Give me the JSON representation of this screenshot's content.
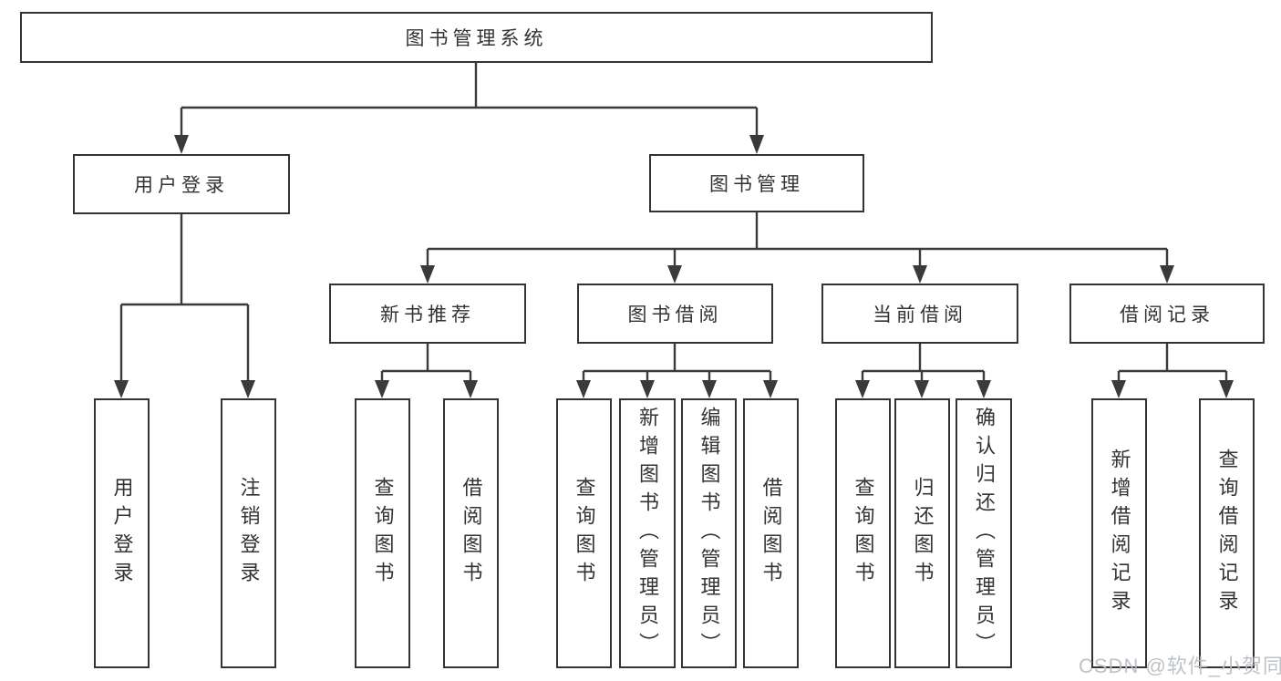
{
  "diagram_title": "图书管理系统",
  "nodes": {
    "root": {
      "label": "图书管理系统"
    },
    "user_login": {
      "label": "用户登录"
    },
    "book_mgmt": {
      "label": "图书管理"
    },
    "new_book_rec": {
      "label": "新书推荐"
    },
    "book_borrow": {
      "label": "图书借阅"
    },
    "current_borrow": {
      "label": "当前借阅"
    },
    "borrow_record": {
      "label": "借阅记录"
    },
    "l_user_login": {
      "label": "用户登录"
    },
    "l_logout": {
      "label": "注销登录"
    },
    "l_nbr_query": {
      "label": "查询图书"
    },
    "l_nbr_borrow": {
      "label": "借阅图书"
    },
    "l_bb_query": {
      "label": "查询图书"
    },
    "l_bb_add": {
      "label": "新增图书（管理员）"
    },
    "l_bb_edit": {
      "label": "编辑图书（管理员）"
    },
    "l_bb_borrow": {
      "label": "借阅图书"
    },
    "l_cb_query": {
      "label": "查询图书"
    },
    "l_cb_return": {
      "label": "归还图书"
    },
    "l_cb_confirm": {
      "label": "确认归还（管理员）"
    },
    "l_br_add": {
      "label": "新增借阅记录"
    },
    "l_br_query": {
      "label": "查询借阅记录"
    }
  },
  "structure": [
    {
      "parent": "图书管理系统",
      "children": [
        "用户登录",
        "图书管理"
      ]
    },
    {
      "parent": "用户登录",
      "children": [
        "用户登录",
        "注销登录"
      ]
    },
    {
      "parent": "图书管理",
      "children": [
        "新书推荐",
        "图书借阅",
        "当前借阅",
        "借阅记录"
      ]
    },
    {
      "parent": "新书推荐",
      "children": [
        "查询图书",
        "借阅图书"
      ]
    },
    {
      "parent": "图书借阅",
      "children": [
        "查询图书",
        "新增图书（管理员）",
        "编辑图书（管理员）",
        "借阅图书"
      ]
    },
    {
      "parent": "当前借阅",
      "children": [
        "查询图书",
        "归还图书",
        "确认归还（管理员）"
      ]
    },
    {
      "parent": "借阅记录",
      "children": [
        "新增借阅记录",
        "查询借阅记录"
      ]
    }
  ],
  "watermark": {
    "text": "CSDN @软件_小贺同学"
  },
  "colors": {
    "line": "#3a3a3a",
    "box_border": "#333333",
    "text": "#333333",
    "background": "#ffffff",
    "watermark": "#b8bcc0"
  }
}
